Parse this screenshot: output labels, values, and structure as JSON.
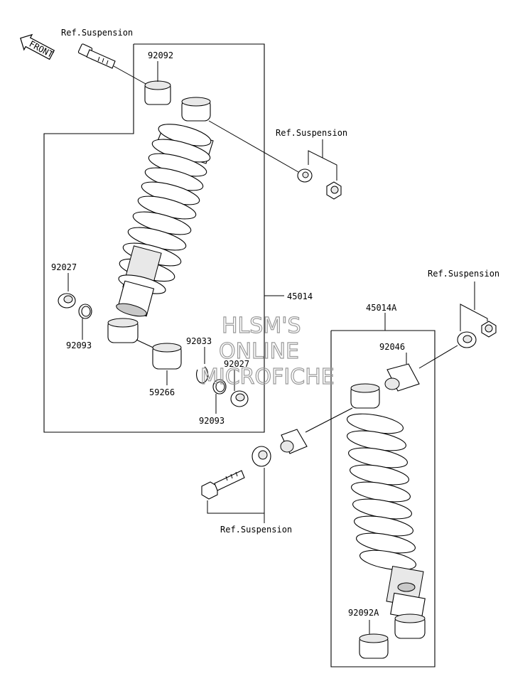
{
  "diagram": {
    "front_arrow_label": "FRONT",
    "labels": {
      "ref_suspension_1": "Ref.Suspension",
      "ref_suspension_2": "Ref.Suspension",
      "ref_suspension_3": "Ref.Suspension",
      "ref_suspension_4": "Ref.Suspension",
      "part_92092": "92092",
      "part_92027_left": "92027",
      "part_92093_left": "92093",
      "part_92033": "92033",
      "part_92027_right": "92027",
      "part_59266": "59266",
      "part_92093_right": "92093",
      "part_45014": "45014",
      "part_45014A": "45014A",
      "part_92046": "92046",
      "part_92092A": "92092A"
    },
    "watermark": [
      "HLSM'S",
      "ONLINE",
      "MICROFICHE"
    ]
  }
}
